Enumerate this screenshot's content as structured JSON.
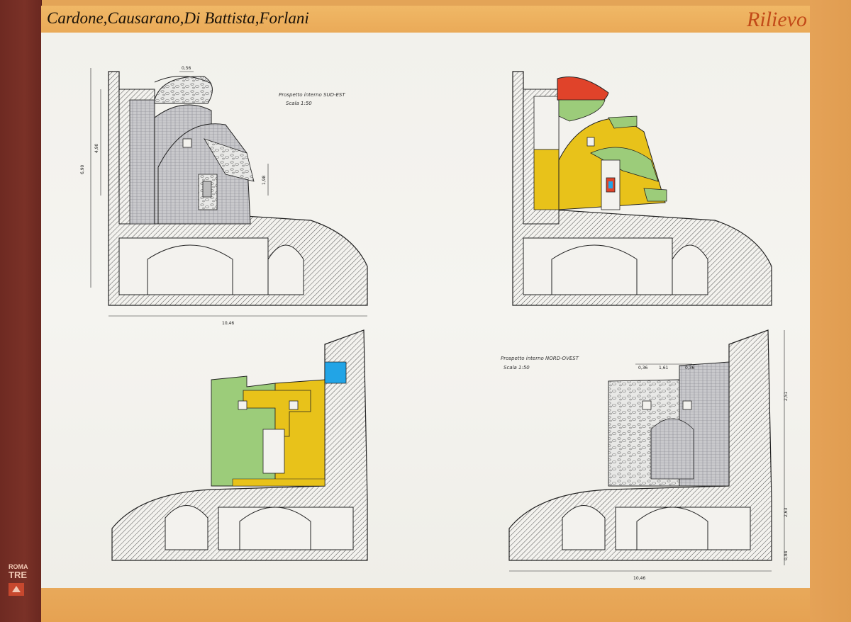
{
  "header": {
    "authors": "Cardone,Causarano,Di Battista,Forlani",
    "section": "Rilievo"
  },
  "logo": {
    "line1": "ROMA",
    "line2": "TRE"
  },
  "drawings": {
    "top_left": {
      "note_title": "Prospetto interno SUD-EST",
      "note_scale": "Scala 1:50",
      "dim_top": "0,56",
      "dim_height_total": "6,90",
      "dim_height_upper": "4,90",
      "dim_height_right": "1,98",
      "dim_width": "10,46"
    },
    "bottom_right": {
      "note_title": "Prospetto interno NORD-OVEST",
      "note_scale": "Scala 1:50",
      "dim_top_left": "0,36",
      "dim_top_mid": "1,61",
      "dim_top_right": "0,36",
      "dim_height_upper": "2,51",
      "dim_height_mid": "2,63",
      "dim_height_low": "0,94",
      "dim_width": "10,46"
    }
  },
  "colors": {
    "sidebar": "#6e2a22",
    "band": "#e6a252",
    "yellow": "#e8c21a",
    "green": "#9ccc7a",
    "red": "#e0432a",
    "blue": "#22a4e6",
    "section_hatch": "#8a8a8a"
  }
}
